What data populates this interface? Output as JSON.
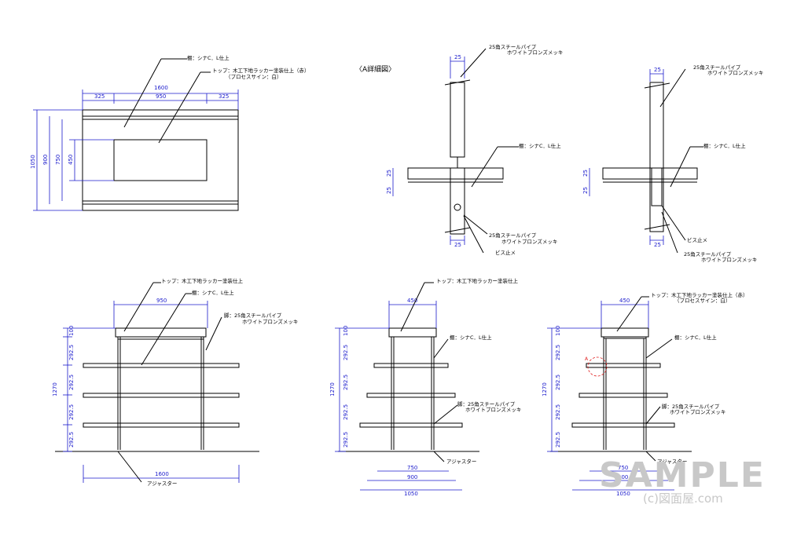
{
  "detail_title": "〈A詳細図〉",
  "labels": {
    "shelf": "棚：シナC．L仕上",
    "top_lacquer_red": "トップ：木工下地ラッカー塗装仕上（赤）",
    "process_sign": "（プロセスサイン：白）",
    "top_lacquer": "トップ：木工下地ラッカー塗装仕上",
    "pipe": "25角スチールパイプ",
    "bronze": "ホワイトブロンズメッキ",
    "leg_pipe": "脚：25角スチールパイプ",
    "screw": "ビス止メ",
    "adjuster": "アジャスター",
    "mark_a": "A"
  },
  "dims": {
    "d1600": "1600",
    "d325": "325",
    "d950": "950",
    "d1050": "1050",
    "d900": "900",
    "d750": "750",
    "d450": "450",
    "d25": "25",
    "d1270": "1270",
    "d100": "100",
    "d2925": "292.5"
  },
  "watermark": {
    "text": "SAMPLE",
    "copyright": "(c)図面屋.com"
  },
  "colors": {
    "line": "#000000",
    "dimension": "#1a1acc",
    "highlight": "#e02020",
    "watermark": "#c8c8c8"
  }
}
